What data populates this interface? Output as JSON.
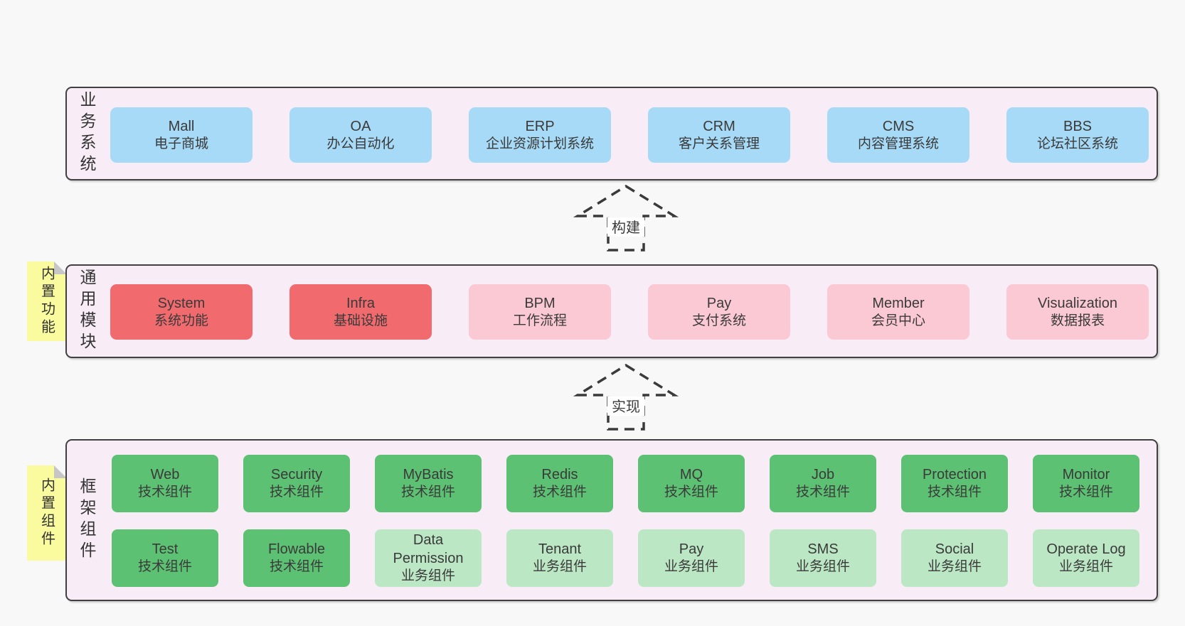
{
  "colors": {
    "page_bg": "#f8f8f8",
    "section_bg": "#f8edf6",
    "section_border": "#404040",
    "blue": "#a7daf6",
    "red": "#f16a6e",
    "pink": "#fbc9d3",
    "green": "#5dc173",
    "green_light": "#bce7c5",
    "sticky_yellow": "#fafa9e",
    "text": "#3a3a3a"
  },
  "arrows": [
    {
      "label": "构建"
    },
    {
      "label": "实现"
    }
  ],
  "sections": [
    {
      "side_label": "业务系统",
      "sticky": null,
      "rows": [
        [
          {
            "name": "Mall",
            "desc": "电子商城",
            "variant": "blue"
          },
          {
            "name": "OA",
            "desc": "办公自动化",
            "variant": "blue"
          },
          {
            "name": "ERP",
            "desc": "企业资源计划系统",
            "variant": "blue"
          },
          {
            "name": "CRM",
            "desc": "客户关系管理",
            "variant": "blue"
          },
          {
            "name": "CMS",
            "desc": "内容管理系统",
            "variant": "blue"
          },
          {
            "name": "BBS",
            "desc": "论坛社区系统",
            "variant": "blue"
          }
        ]
      ]
    },
    {
      "side_label": "通用模块",
      "sticky": "内置功能",
      "rows": [
        [
          {
            "name": "System",
            "desc": "系统功能",
            "variant": "red"
          },
          {
            "name": "Infra",
            "desc": "基础设施",
            "variant": "red"
          },
          {
            "name": "BPM",
            "desc": "工作流程",
            "variant": "pink"
          },
          {
            "name": "Pay",
            "desc": "支付系统",
            "variant": "pink"
          },
          {
            "name": "Member",
            "desc": "会员中心",
            "variant": "pink"
          },
          {
            "name": "Visualization",
            "desc": "数据报表",
            "variant": "pink"
          }
        ]
      ]
    },
    {
      "side_label": "框架组件",
      "sticky": "内置组件",
      "rows": [
        [
          {
            "name": "Web",
            "desc": "技术组件",
            "variant": "green"
          },
          {
            "name": "Security",
            "desc": "技术组件",
            "variant": "green"
          },
          {
            "name": "MyBatis",
            "desc": "技术组件",
            "variant": "green"
          },
          {
            "name": "Redis",
            "desc": "技术组件",
            "variant": "green"
          },
          {
            "name": "MQ",
            "desc": "技术组件",
            "variant": "green"
          },
          {
            "name": "Job",
            "desc": "技术组件",
            "variant": "green"
          },
          {
            "name": "Protection",
            "desc": "技术组件",
            "variant": "green"
          },
          {
            "name": "Monitor",
            "desc": "技术组件",
            "variant": "green"
          }
        ],
        [
          {
            "name": "Test",
            "desc": "技术组件",
            "variant": "green"
          },
          {
            "name": "Flowable",
            "desc": "技术组件",
            "variant": "green"
          },
          {
            "name": "Data Permission",
            "desc": "业务组件",
            "variant": "green_light"
          },
          {
            "name": "Tenant",
            "desc": "业务组件",
            "variant": "green_light"
          },
          {
            "name": "Pay",
            "desc": "业务组件",
            "variant": "green_light"
          },
          {
            "name": "SMS",
            "desc": "业务组件",
            "variant": "green_light"
          },
          {
            "name": "Social",
            "desc": "业务组件",
            "variant": "green_light"
          },
          {
            "name": "Operate Log",
            "desc": "业务组件",
            "variant": "green_light"
          }
        ]
      ]
    }
  ]
}
